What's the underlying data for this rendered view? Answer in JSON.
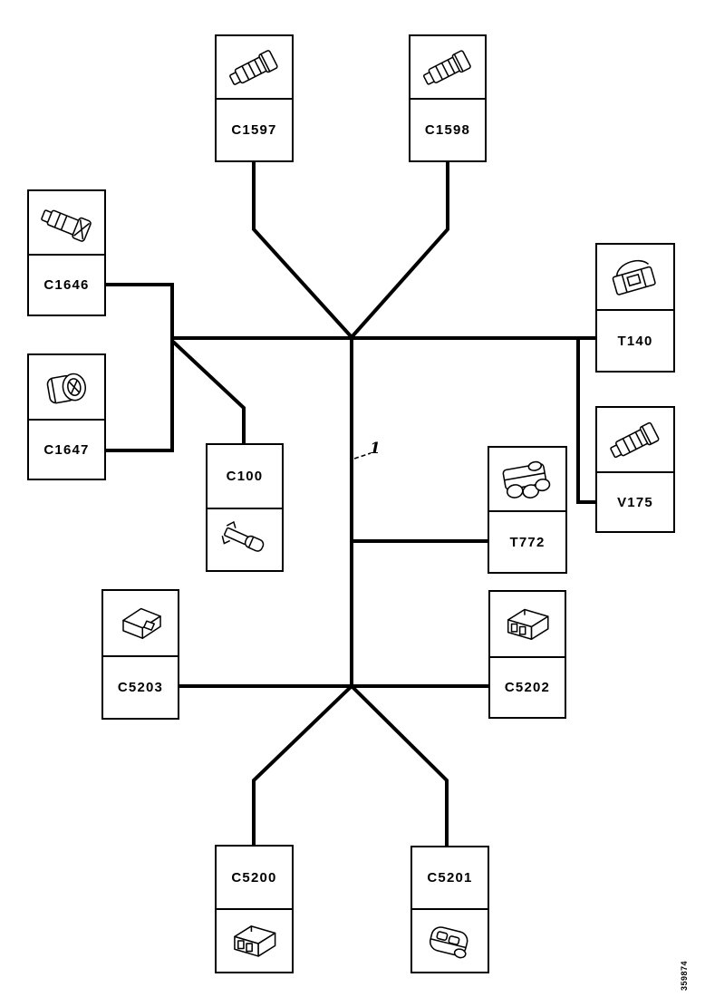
{
  "diagram": {
    "type": "wiring-harness-connector-overview",
    "callout": {
      "label": "1"
    },
    "figure_code": "359874",
    "harness": {
      "callout": "1",
      "connected_components": [
        "C1597",
        "C1598",
        "C1646",
        "C1647",
        "C100",
        "T140",
        "V175",
        "T772",
        "C5203",
        "C5202",
        "C5200",
        "C5201"
      ]
    },
    "boxes": [
      {
        "id": "C1597",
        "label": "C1597",
        "label_position": "bottom",
        "icon": "cylindrical-connector-icon",
        "icon_ref": "#sym-barrel-a"
      },
      {
        "id": "C1598",
        "label": "C1598",
        "label_position": "bottom",
        "icon": "cylindrical-connector-icon",
        "icon_ref": "#sym-barrel-a"
      },
      {
        "id": "C1646",
        "label": "C1646",
        "label_position": "bottom",
        "icon": "cylindrical-connector-icon",
        "icon_ref": "#sym-barrel-b"
      },
      {
        "id": "C1647",
        "label": "C1647",
        "label_position": "bottom",
        "icon": "round-connector-icon",
        "icon_ref": "#sym-round"
      },
      {
        "id": "C100",
        "label": "C100",
        "label_position": "top",
        "icon": "terminal-pin-icon",
        "icon_ref": "#sym-terminal"
      },
      {
        "id": "T140",
        "label": "T140",
        "label_position": "bottom",
        "icon": "lever-connector-icon",
        "icon_ref": "#sym-clip"
      },
      {
        "id": "V175",
        "label": "V175",
        "label_position": "bottom",
        "icon": "cylindrical-connector-icon",
        "icon_ref": "#sym-barrel-a"
      },
      {
        "id": "T772",
        "label": "T772",
        "label_position": "bottom",
        "icon": "multi-connector-icon",
        "icon_ref": "#sym-block-multi"
      },
      {
        "id": "C5203",
        "label": "C5203",
        "label_position": "bottom",
        "icon": "module-connector-icon",
        "icon_ref": "#sym-module"
      },
      {
        "id": "C5202",
        "label": "C5202",
        "label_position": "bottom",
        "icon": "block-connector-icon",
        "icon_ref": "#sym-block"
      },
      {
        "id": "C5200",
        "label": "C5200",
        "label_position": "top",
        "icon": "block-connector-icon",
        "icon_ref": "#sym-block"
      },
      {
        "id": "C5201",
        "label": "C5201",
        "label_position": "top",
        "icon": "rounded-block-connector-icon",
        "icon_ref": "#sym-block-round"
      }
    ]
  }
}
